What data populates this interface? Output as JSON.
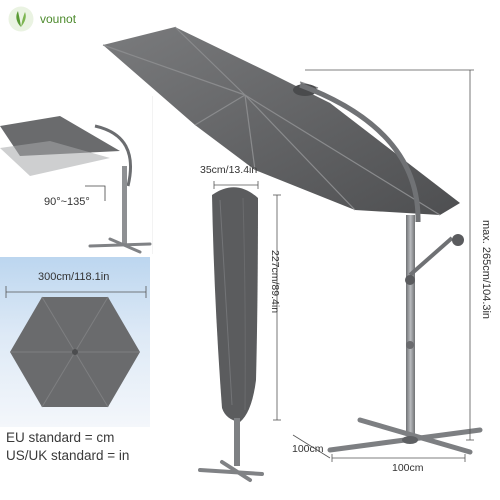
{
  "brand": {
    "name": "vounot",
    "icon": "leaf-logo-icon",
    "color": "#4c8a2c"
  },
  "dimensions": {
    "tilt_angle": "90°~135°",
    "canopy_diameter": "300cm/118.1in",
    "cover_width": "35cm/13.4in",
    "cover_height": "227cm/89.4in",
    "max_height": "max. 265cm/104.3in",
    "base_depth": "100cm",
    "base_width": "100cm"
  },
  "standards": {
    "eu": "EU standard = cm",
    "us_uk": "US/UK standard = in"
  },
  "colors": {
    "canopy": "#6b6c6e",
    "pole": "#8d8f92",
    "cover": "#595a5c",
    "panel_bg": "#c7dcf1"
  }
}
